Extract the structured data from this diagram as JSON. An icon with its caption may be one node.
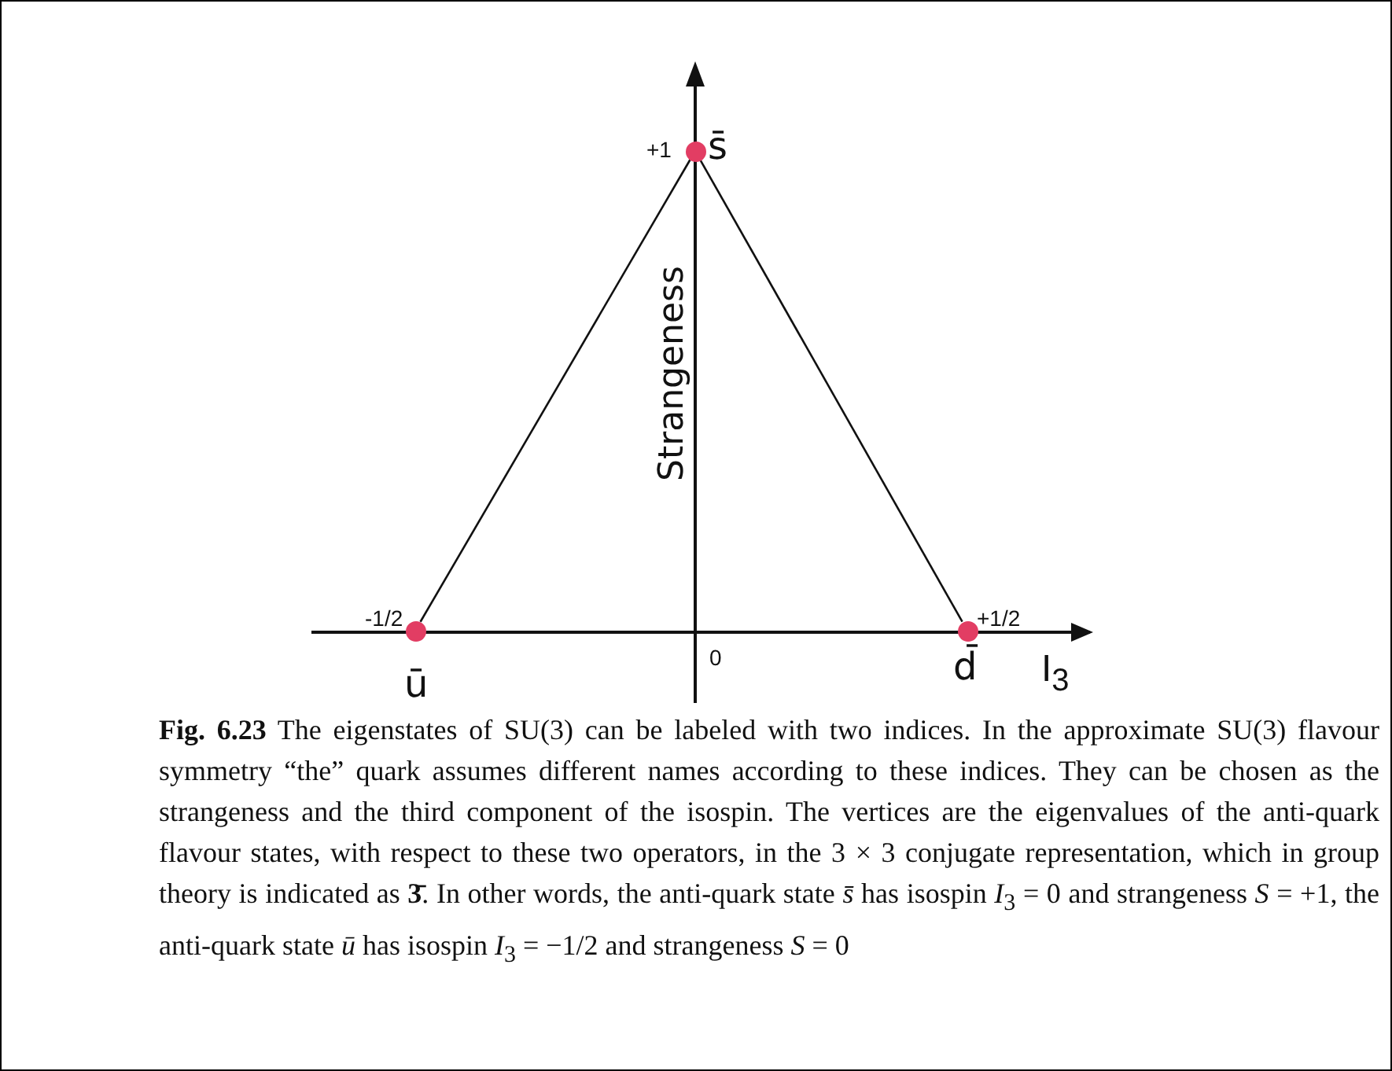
{
  "diagram": {
    "caption": "**Fig. 6.23** The eigenstates of SU(3) can be labeled with two indices. In the approximate SU(3) flavour symmetry “the” quark assumes different names according to these indices. They can be chosen as the strangeness and the third component of the isospin. The vertices are the eigenvalues of the anti-quark flavour states, with respect to these two operators, in the 3 × 3 conjugate representation, which in group theory is indicated as **3̄**. In other words, the anti-quark state *s̄* has isospin *I*$_{3}$ = 0 and strangeness *S* = +1, the anti-quark state *ū* has isospin *I*$_{3}$ = −1/2 and strangeness *S* = 0",
    "nodes": [
      {
        "text": [
          "s̄"
        ]
      },
      {
        "text": [
          "ū"
        ]
      },
      {
        "text": [
          "d̄"
        ]
      }
    ],
    "edges": [
      {
        "from": 0,
        "to": 1,
        "arrow": "none"
      },
      {
        "from": 0,
        "to": 2,
        "arrow": "none"
      }
    ],
    "labels": [
      "+1",
      "Strangeness",
      "-1/2",
      "+1/2",
      "0",
      "I$_{3}$"
    ]
  }
}
